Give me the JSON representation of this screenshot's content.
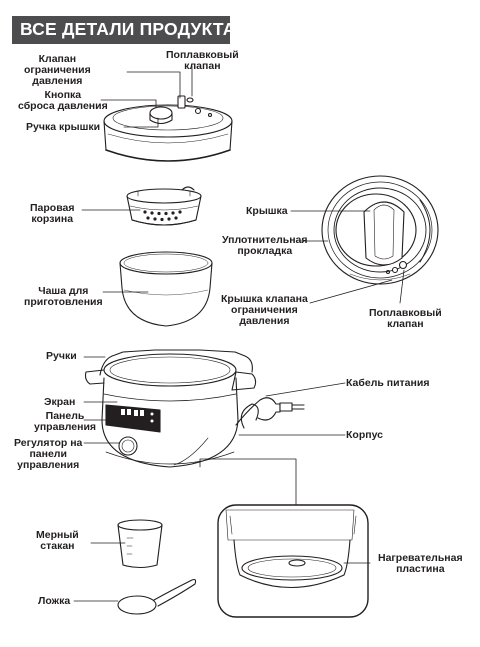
{
  "header": {
    "title": "ВСЕ ДЕТАЛИ ПРОДУКТА"
  },
  "labels": {
    "pressure_limit_valve": "Клапан\nограничения\nдавления",
    "float_valve_top": "Поплавковый\nклапан",
    "pressure_release_button": "Кнопка\nсброса давления",
    "lid_handle": "Ручка крышки",
    "steam_basket": "Паровая\nкорзина",
    "cooking_bowl": "Чаша для\nприготовления",
    "lid": "Крышка",
    "sealing_gasket": "Уплотнительная\nпрокладка",
    "pressure_valve_cover": "Крышка клапана\nограничения\nдавления",
    "float_valve_side": "Поплавковый\nклапан",
    "handles": "Ручки",
    "display": "Экран",
    "control_panel": "Панель\nуправления",
    "control_knob": "Регулятор на\nпанели\nуправления",
    "power_cable": "Кабель питания",
    "body": "Корпус",
    "measuring_cup": "Мерный\nстакан",
    "spoon": "Ложка",
    "heating_plate": "Нагревательная\nпластина"
  },
  "colors": {
    "header_bg": "#4d4d4f",
    "header_text": "#ffffff",
    "line": "#231f20"
  }
}
